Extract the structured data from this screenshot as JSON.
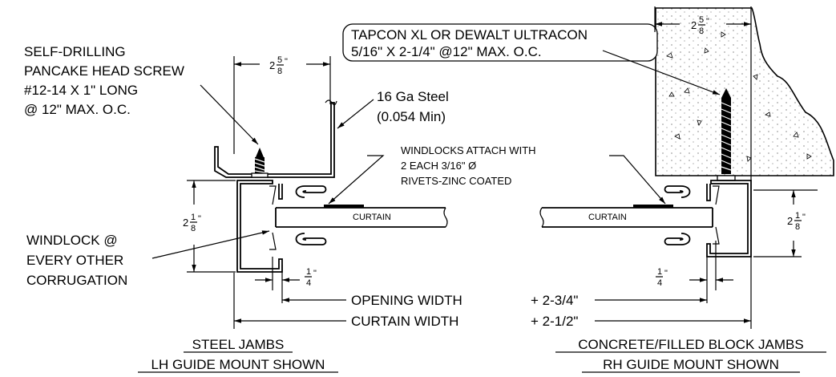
{
  "labels": {
    "screw": [
      "SELF-DRILLING",
      "PANCAKE HEAD SCREW",
      "#12-14 X 1\" LONG",
      "@ 12\" MAX.  O.C."
    ],
    "steel": [
      "16 Ga Steel",
      "(0.054 Min)"
    ],
    "tapcon": [
      "TAPCON XL OR DEWALT ULTRACON",
      "5/16\" X 2-1/4\" @12\" MAX. O.C."
    ],
    "windlocks_attach": [
      "WINDLOCKS ATTACH WITH",
      "2 EACH 3/16\" Ø",
      "RIVETS-ZINC COATED"
    ],
    "windlock": [
      "WINDLOCK @",
      "EVERY OTHER",
      "CORRUGATION"
    ],
    "curtain_left": "CURTAIN",
    "curtain_right": "CURTAIN",
    "opening_width": "OPENING WIDTH",
    "opening_width_add": "+ 2-3/4\"",
    "curtain_width": "CURTAIN WIDTH",
    "curtain_width_add": "+ 2-1/2\"",
    "left_title": [
      "STEEL JAMBS",
      "LH GUIDE MOUNT SHOWN"
    ],
    "right_title": [
      "CONCRETE/FILLED BLOCK JAMBS",
      "RH GUIDE MOUNT SHOWN"
    ]
  },
  "dims": {
    "top_left": {
      "whole": "2",
      "num": "5",
      "den": "8",
      "unit": "\""
    },
    "top_right": {
      "whole": "2",
      "num": "5",
      "den": "8",
      "unit": "\""
    },
    "left_height": {
      "whole": "2",
      "num": "1",
      "den": "8",
      "unit": "\""
    },
    "right_height": {
      "whole": "2",
      "num": "1",
      "den": "8",
      "unit": "\""
    },
    "left_gap": {
      "num": "1",
      "den": "4",
      "unit": "\""
    },
    "right_gap": {
      "num": "1",
      "den": "4",
      "unit": "\""
    }
  }
}
